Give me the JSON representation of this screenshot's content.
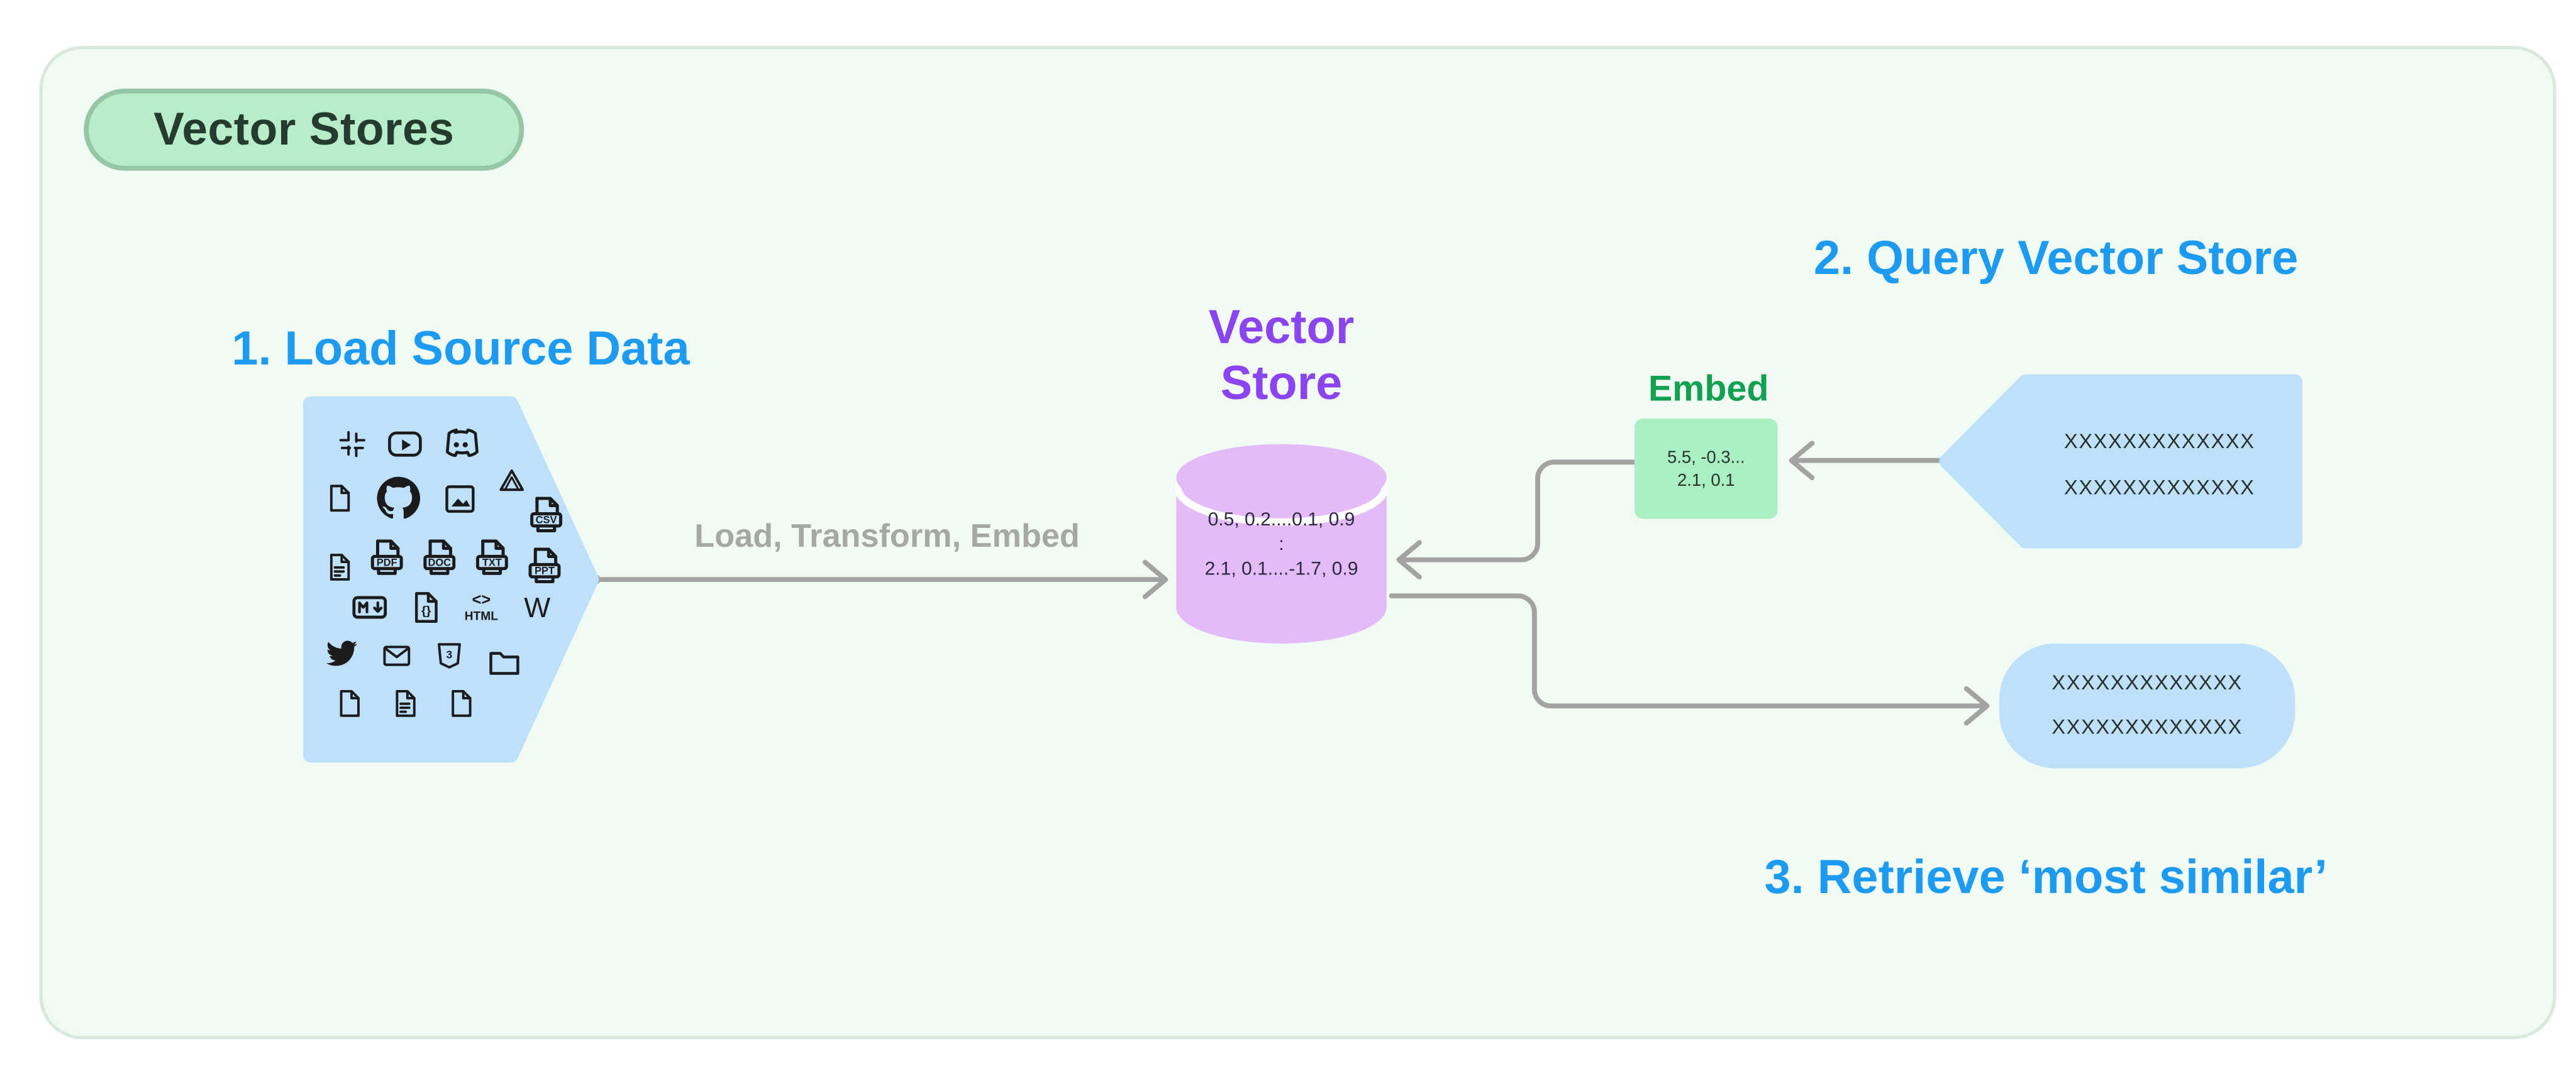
{
  "badge": {
    "label": "Vector Stores",
    "fill": "#b8edc9",
    "border": "#96c7a5"
  },
  "panel": {
    "background": "#f1faf3",
    "border_color": "#d9e9dc"
  },
  "headings": {
    "step1": "1. Load Source Data",
    "step2": "2. Query Vector Store",
    "step3": "3. Retrieve ‘most similar’",
    "color": "#1d9af2"
  },
  "vector_store": {
    "title_line1": "Vector",
    "title_line2": "Store",
    "title_color": "#8b44f2",
    "cylinder_fill": "#e2bbf8",
    "rows": [
      "0.5, 0.2....0.1, 0.9",
      ":",
      "2.1, 0.1....-1.7, 0.9"
    ]
  },
  "load_arrow": {
    "label": "Load, Transform, Embed",
    "color": "#a5a8a5"
  },
  "embed": {
    "label": "Embed",
    "label_color": "#12a150",
    "box_fill": "#a9efc3",
    "line1": "5.5, -0.3...",
    "line2": "2.1, 0.1"
  },
  "query_box": {
    "line1": "XXXXXXXXXXXXX",
    "line2": "XXXXXXXXXXXXX",
    "fill": "#bfe0fa"
  },
  "result_box": {
    "line1": "XXXXXXXXXXXXX",
    "line2": "XXXXXXXXXXXXX",
    "fill": "#bfe0fa"
  },
  "source_icons": {
    "rows": [
      [
        "slack-icon",
        "youtube-icon",
        "discord-icon"
      ],
      [
        "file-icon",
        "github-icon",
        "image-icon",
        "gdrive-icon",
        "csv-icon"
      ],
      [
        "file-lines-icon",
        "pdf-icon",
        "doc-icon",
        "txt-icon",
        "ppt-icon"
      ],
      [
        "markdown-icon",
        "json-icon",
        "html-icon",
        "wikipedia-icon"
      ],
      [
        "twitter-icon",
        "email-icon",
        "css3-icon",
        "folder-icon"
      ],
      [
        "file-icon",
        "file-lines-icon",
        "file-icon"
      ]
    ],
    "file_labels": {
      "csv": "CSV",
      "pdf": "PDF",
      "doc": "DOC",
      "txt": "TXT",
      "ppt": "PPT"
    }
  },
  "connectors": {
    "color": "#a3a3a3"
  }
}
